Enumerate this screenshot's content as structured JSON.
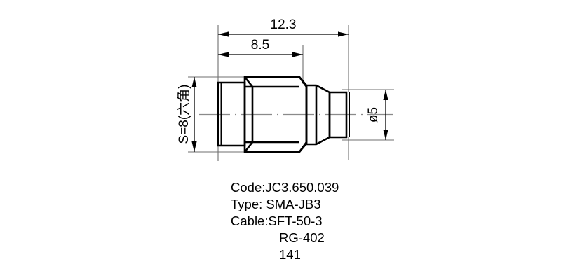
{
  "drawing": {
    "title_hidden": "SMA connector outline drawing",
    "dimensions": {
      "overall_length": "12.3",
      "body_length": "8.5",
      "hex_across_flats": "S=8(六角)",
      "diameter": "ø5"
    },
    "icons": {
      "arrow": "arrow-head-icon",
      "centerline": "centerline-icon"
    }
  },
  "specs": {
    "lines": [
      "Code:JC3.650.039",
      "Type: SMA-JB3",
      "Cable:SFT-50-3",
      "RG-402",
      "141"
    ],
    "code_label": "Code:JC3.650.039",
    "type_label": "Type: SMA-JB3",
    "cable_label": "Cable:SFT-50-3",
    "cable_alt_1": "RG-402",
    "cable_alt_2": "141"
  },
  "colors": {
    "ink": "#000000",
    "thin_line": "#6f6f6f",
    "center_line": "#8a8a8a",
    "background": "#ffffff"
  }
}
